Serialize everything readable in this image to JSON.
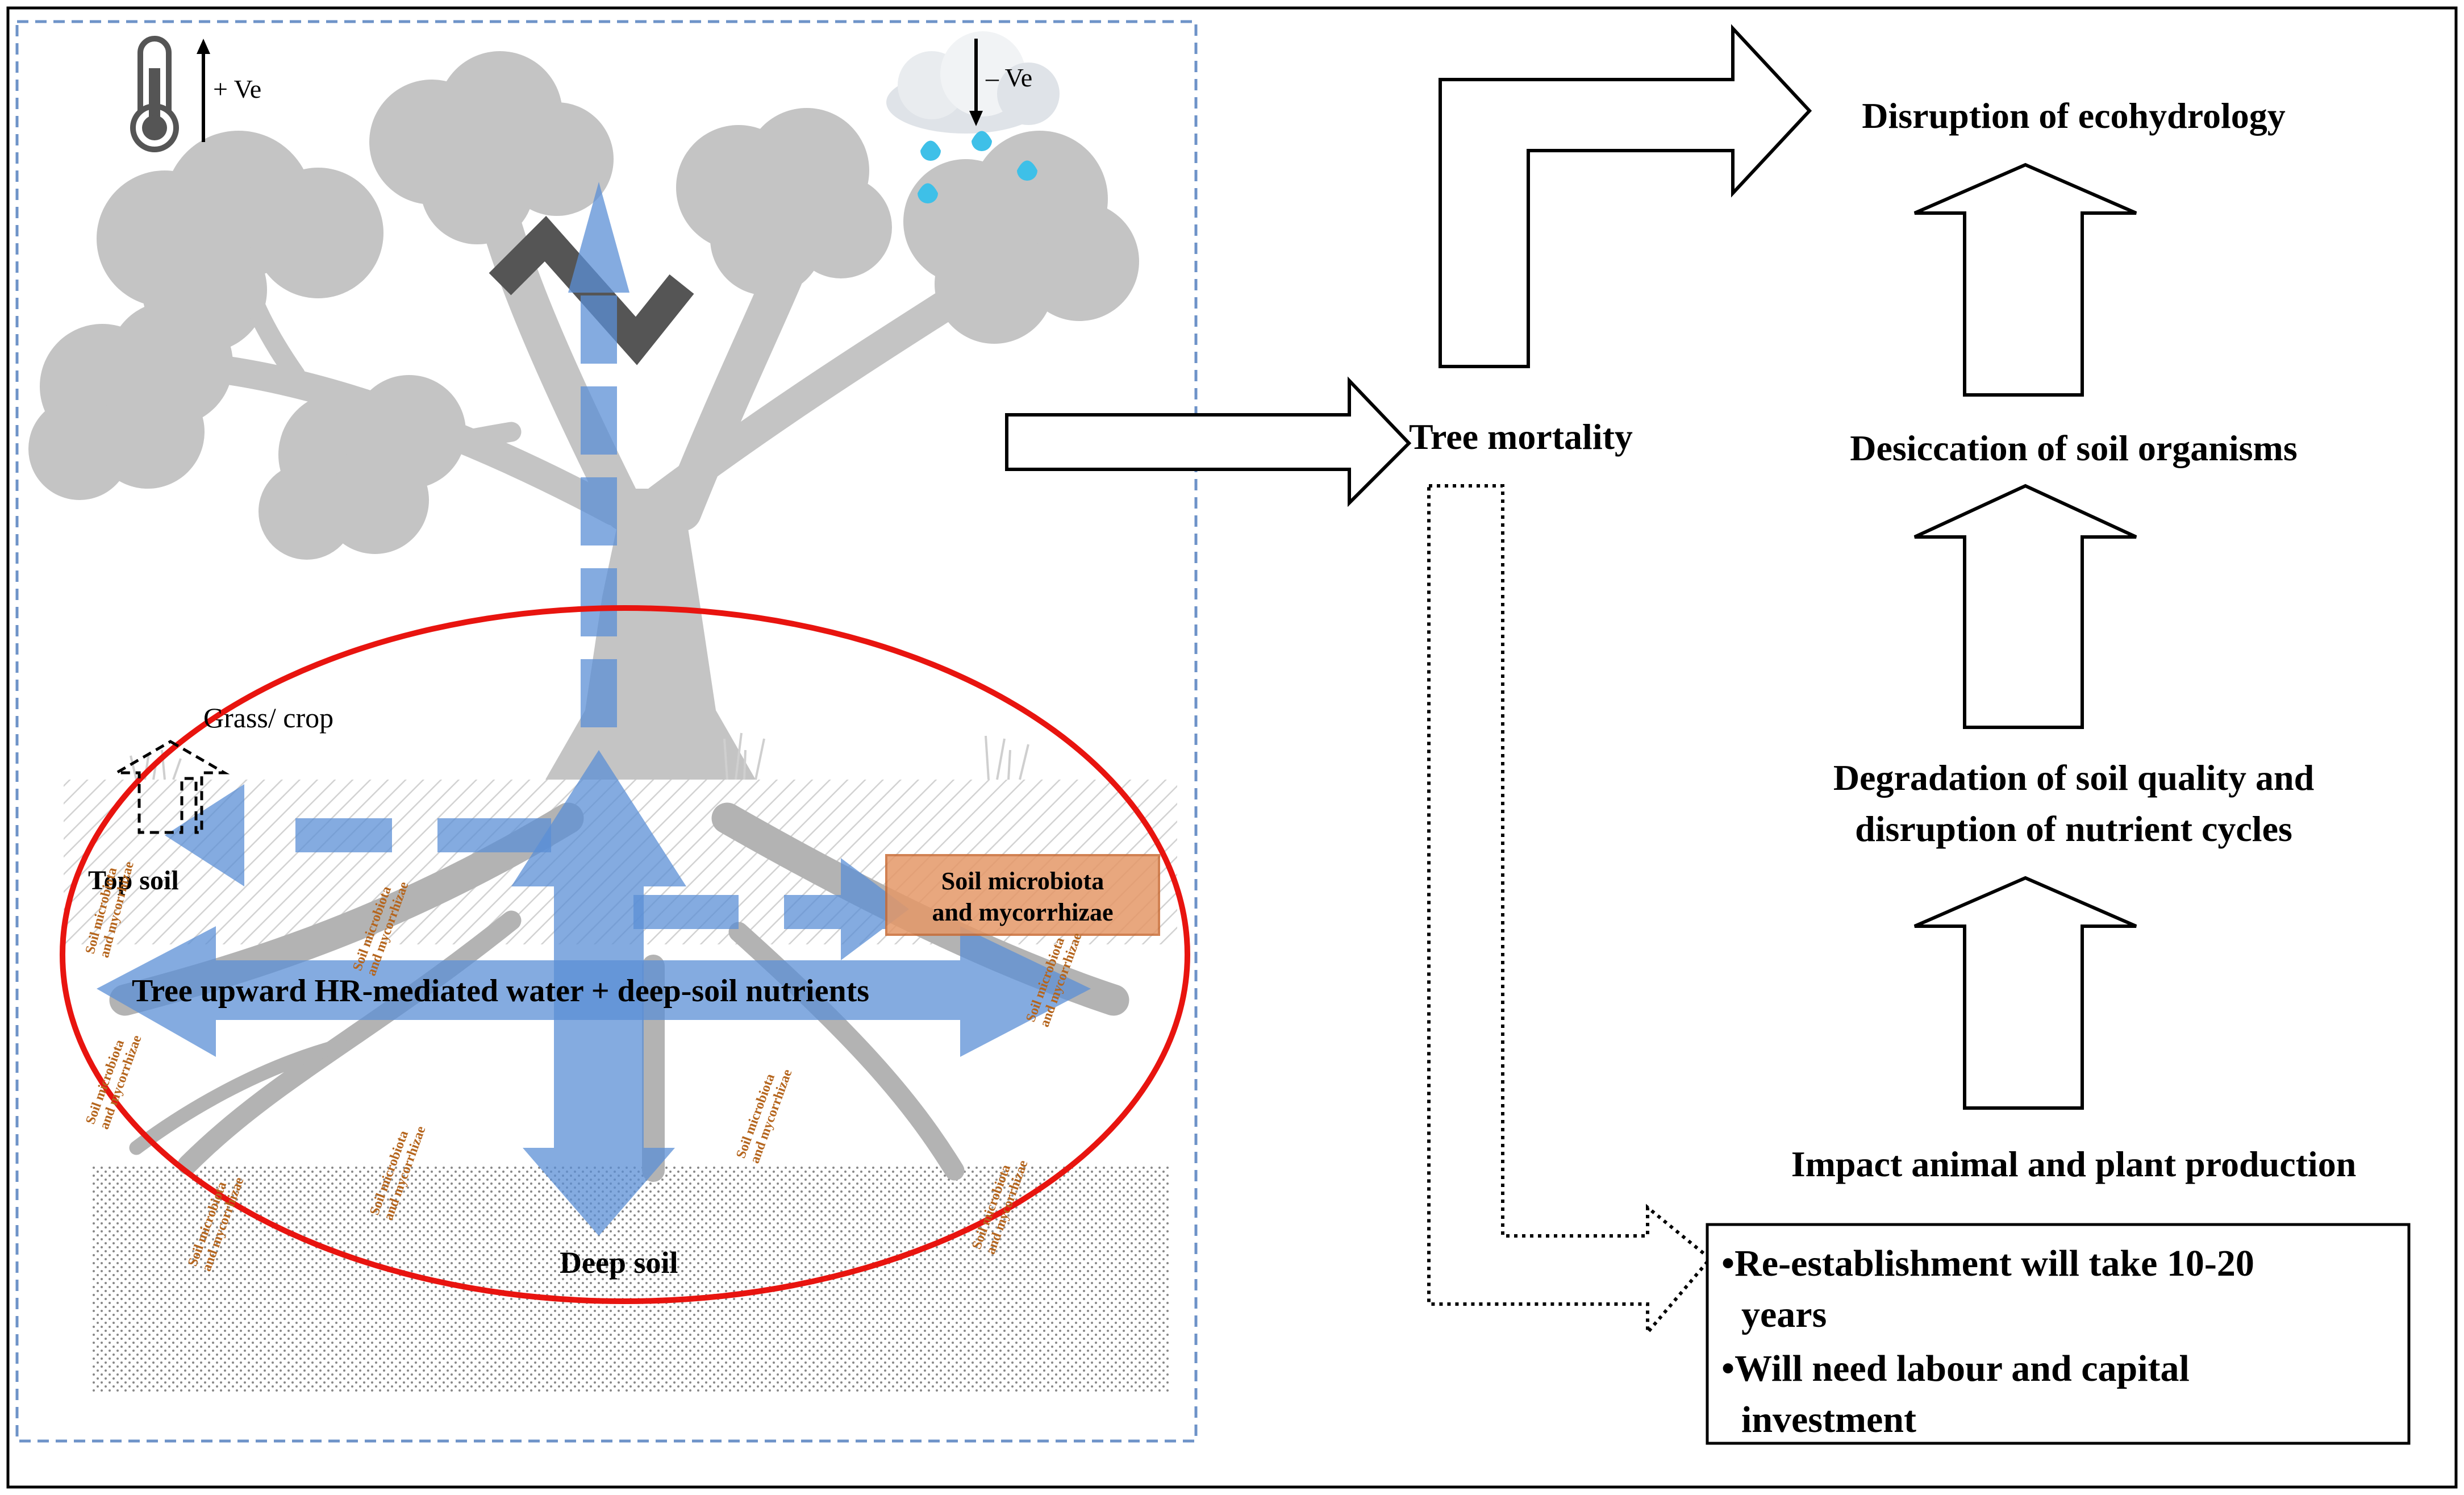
{
  "left_panel": {
    "temperature": {
      "icon": "thermometer-icon",
      "effect": "+ Ve"
    },
    "rainfall": {
      "icon": "rain-cloud-icon",
      "effect": "– Ve"
    },
    "grass_crop_label": "Grass/ crop",
    "topsoil_label": "Top soil",
    "deep_soil_label": "Deep soil",
    "microbiota_box_line1": "Soil microbiota",
    "microbiota_box_line2": "and mycorrhizae",
    "hr_flow_label": "Tree upward HR-mediated water + deep-soil nutrients",
    "soil_note_line1": "Soil microbiota",
    "soil_note_line2": "and mycorrhizae"
  },
  "right_panel": {
    "tree_mortality": "Tree mortality",
    "disruption_ecohydrology": "Disruption of ecohydrology",
    "desiccation": "Desiccation of soil organisms",
    "degradation_line1": "Degradation of soil quality and",
    "degradation_line2": "disruption of nutrient cycles",
    "impact": "Impact animal and plant production",
    "reestablishment": {
      "bullet1_line1": "•Re-establishment will take 10-20",
      "bullet1_line2": "years",
      "bullet2_line1": "•Will need labour and capital",
      "bullet2_line2": "investment"
    }
  },
  "colors": {
    "flow_arrow": "#5b8fd6",
    "ellipse": "#e8140f",
    "tree": "#c4c4c4",
    "microbiota_box": "#e59868",
    "soil_note": "#b5651d",
    "panel_border": "#6e93c8"
  }
}
